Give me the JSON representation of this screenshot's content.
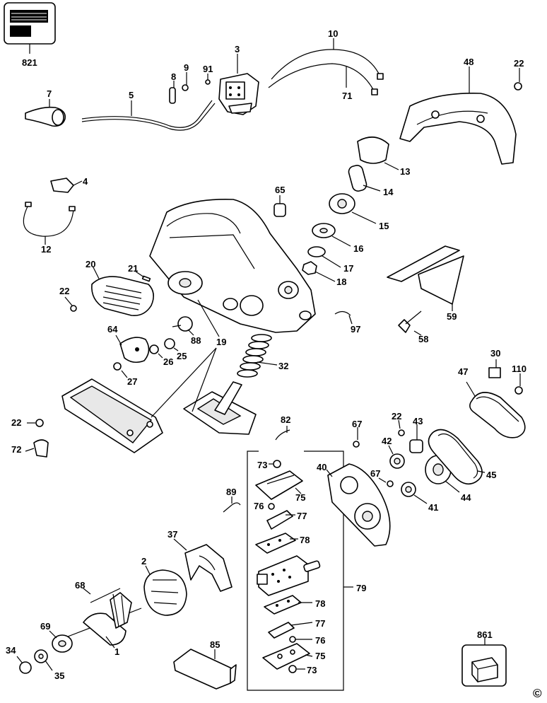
{
  "labels": {
    "p821": "821",
    "p7": "7",
    "p5": "5",
    "p8": "8",
    "p9": "9",
    "p91": "91",
    "p3": "3",
    "p10": "10",
    "p71": "71",
    "p48": "48",
    "p22a": "22",
    "p4": "4",
    "p12": "12",
    "p65": "65",
    "p13": "13",
    "p14": "14",
    "p15": "15",
    "p16": "16",
    "p17": "17",
    "p18": "18",
    "p20": "20",
    "p21": "21",
    "p22b": "22",
    "p64": "64",
    "p88": "88",
    "p19": "19",
    "p25": "25",
    "p26": "26",
    "p27": "27",
    "p32": "32",
    "p97": "97",
    "p58": "58",
    "p59": "59",
    "p22c": "22",
    "p72": "72",
    "p82": "82",
    "p67a": "67",
    "p22d": "22",
    "p43": "43",
    "p42": "42",
    "p30": "30",
    "p47": "47",
    "p110": "110",
    "p73a": "73",
    "p75a": "75",
    "p76a": "76",
    "p77a": "77",
    "p78a": "78",
    "p40": "40",
    "p67b": "67",
    "p41": "41",
    "p44": "44",
    "p45": "45",
    "p89": "89",
    "p37": "37",
    "p2": "2",
    "p68": "68",
    "p79": "79",
    "p78b": "78",
    "p77b": "77",
    "p76b": "76",
    "p75b": "75",
    "p73b": "73",
    "p69": "69",
    "p1": "1",
    "p34": "34",
    "p35": "35",
    "p85": "85",
    "p861": "861"
  },
  "copyright": "©"
}
